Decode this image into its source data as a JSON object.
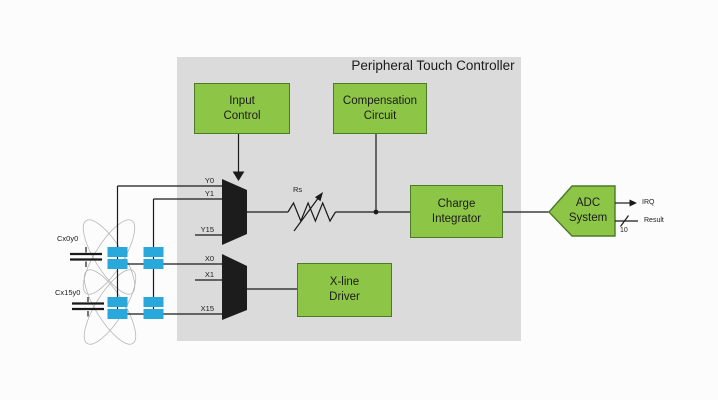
{
  "diagram": {
    "title": "Peripheral Touch Controller",
    "blocks": {
      "input_control": "Input\nControl",
      "compensation_circuit": "Compensation\nCircuit",
      "charge_integrator": "Charge\nIntegrator",
      "xline_driver": "X-line\nDriver",
      "adc_system": "ADC\nSystem"
    },
    "pins": {
      "y0": "Y0",
      "y1": "Y1",
      "y15": "Y15",
      "x0": "X0",
      "x1": "X1",
      "x15": "X15"
    },
    "components": {
      "series_resistor": "Rs",
      "cap_top": "Cx0y0",
      "cap_bottom": "Cx15y0"
    },
    "outputs": {
      "irq": "IRQ",
      "result": "Result",
      "result_bus_width": "10"
    },
    "colors": {
      "page_background": "#FCFCFC",
      "panel_background": "#DBDBDB",
      "block_fill": "#8DC646",
      "block_border": "#4C7A28",
      "electrode_fill": "#29A8DC",
      "line": "#1A1A1A",
      "mux_fill": "#1C1C1C",
      "field_line": "#B5B5B5",
      "text": "#1B1B1B"
    }
  }
}
